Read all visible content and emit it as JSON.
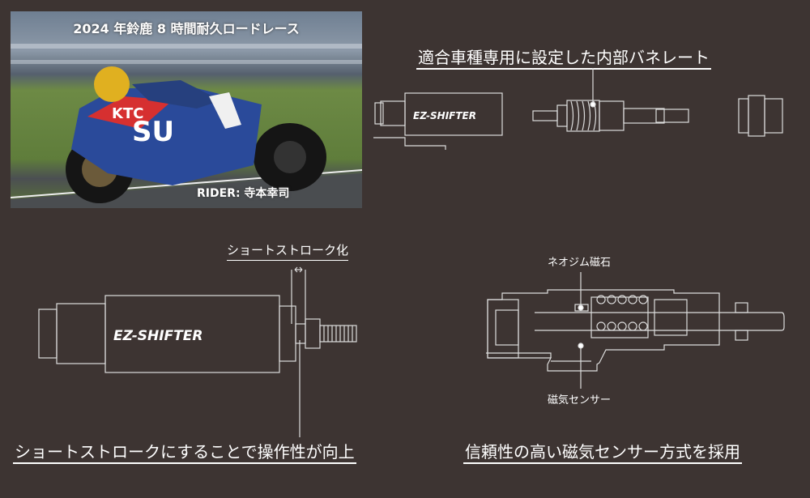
{
  "photo": {
    "title": "2024 年鈴鹿 8 時間耐久ロードレース",
    "rider": "RIDER: 寺本幸司"
  },
  "top_right": {
    "caption": "適合車種専用に設定した内部バネレート",
    "logo": "EZ-SHIFTER"
  },
  "bottom_left": {
    "label": "ショートストローク化",
    "caption": "ショートストロークにすることで操作性が向上",
    "logo": "EZ-SHIFTER"
  },
  "bottom_right": {
    "label_magnet": "ネオジム磁石",
    "label_sensor": "磁気センサー",
    "caption": "信頼性の高い磁気センサー方式を採用"
  },
  "colors": {
    "background": "#3d3432",
    "line": "#dddddd"
  }
}
